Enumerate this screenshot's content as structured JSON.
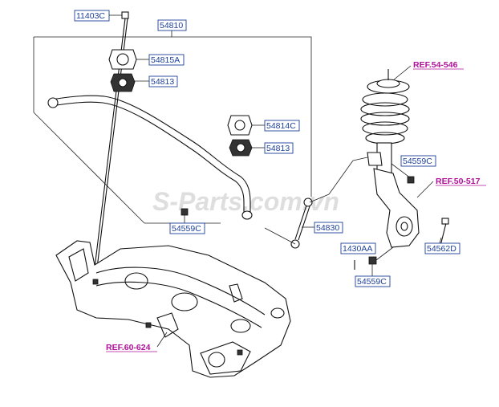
{
  "watermark": "S-Parts.com.vn",
  "part_labels": {
    "p11403C": "11403C",
    "p54810": "54810",
    "p54815A": "54815A",
    "p54813_top": "54813",
    "p54814C": "54814C",
    "p54813_mid": "54813",
    "p54559C_left": "54559C",
    "p54830": "54830",
    "p54559C_right": "54559C",
    "p1430AA": "1430AA",
    "p54559C_bottom": "54559C",
    "p54562D": "54562D"
  },
  "ref_labels": {
    "ref_strut": "REF.54-546",
    "ref_knuckle": "REF.50-517",
    "ref_crossmember": "REF.60-624"
  },
  "colors": {
    "label_text": "#1c3f9a",
    "ref_text": "#b0109a",
    "line": "#222222"
  }
}
